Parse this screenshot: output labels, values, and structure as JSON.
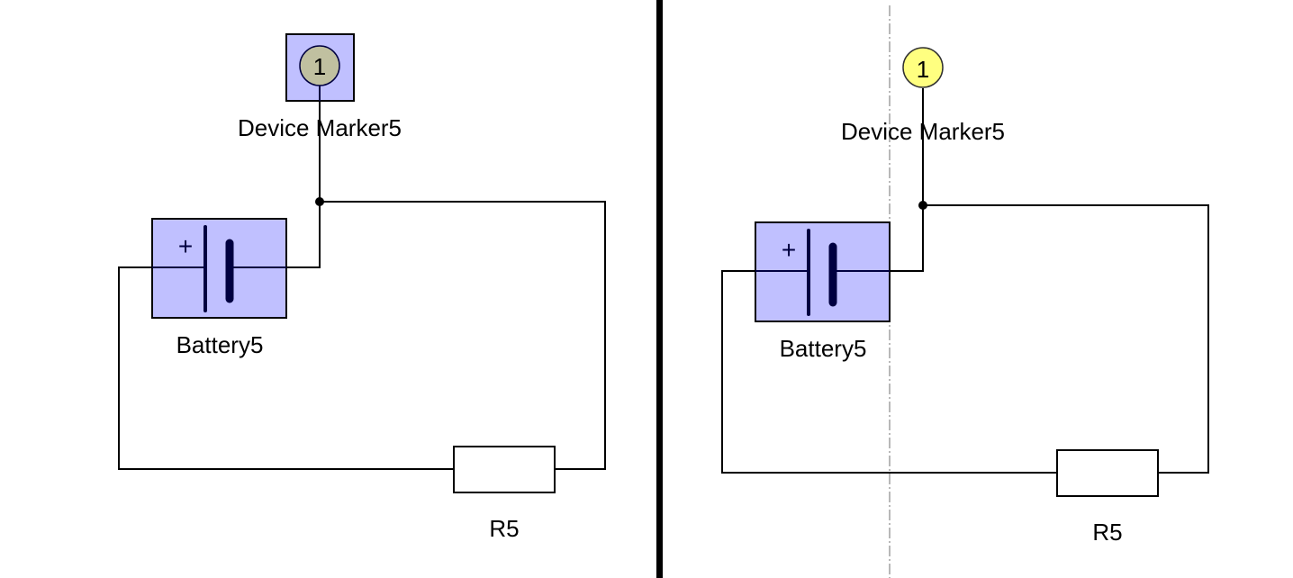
{
  "panels": [
    {
      "id": "left",
      "marker": {
        "label": "Device Marker5",
        "number": "1",
        "state": "selected",
        "circle_color": "#c0c0a0",
        "selection_color": "#c0c0ff"
      },
      "battery": {
        "label": "Battery5",
        "polarity": "+",
        "fill_color": "#c0c0ff"
      },
      "resistor": {
        "label": "R5"
      }
    },
    {
      "id": "right",
      "marker": {
        "label": "Device Marker5",
        "number": "1",
        "state": "normal",
        "circle_color": "#ffff80"
      },
      "battery": {
        "label": "Battery5",
        "polarity": "+",
        "fill_color": "#c0c0ff"
      },
      "resistor": {
        "label": "R5"
      },
      "guide": {
        "style": "dash-dot",
        "color": "#a0a0a0"
      }
    }
  ],
  "colors": {
    "divider": "#000000",
    "wire": "#000000",
    "battery_plate": "#000040"
  }
}
